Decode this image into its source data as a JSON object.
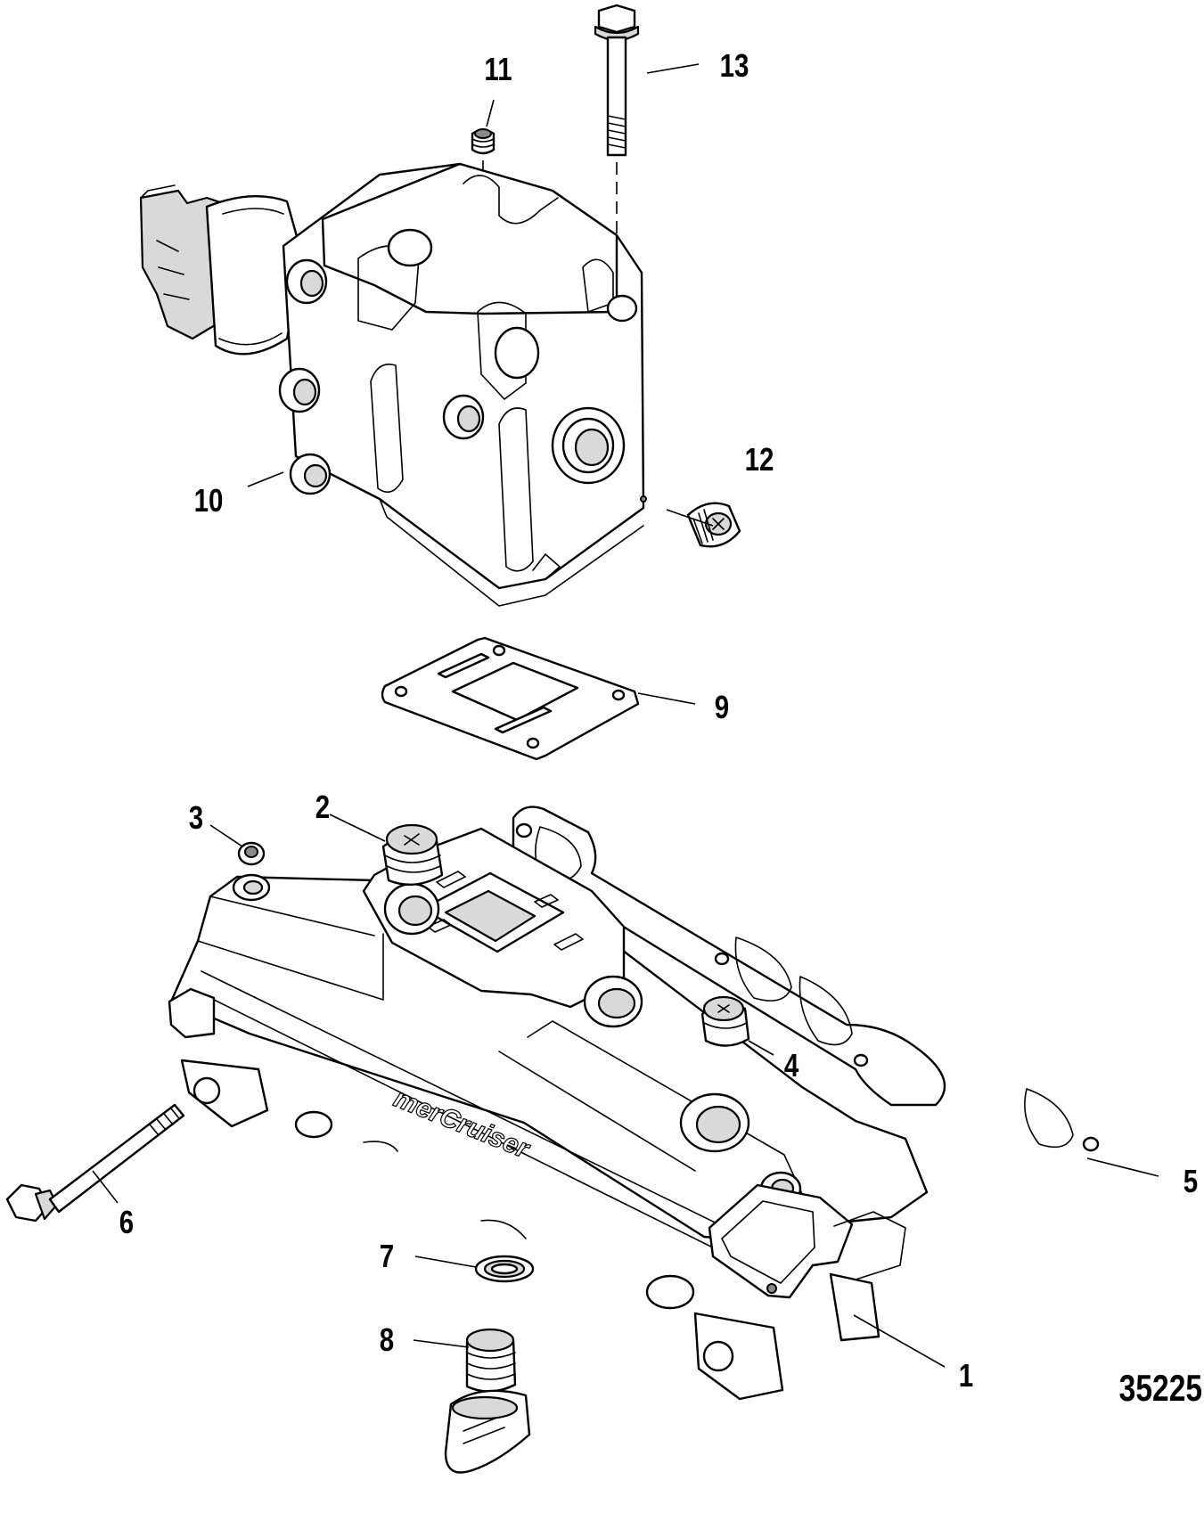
{
  "figure_number": "35225",
  "logo_text": "merCruiser",
  "callouts": [
    {
      "id": "1",
      "label": "1"
    },
    {
      "id": "2",
      "label": "2"
    },
    {
      "id": "3",
      "label": "3"
    },
    {
      "id": "4",
      "label": "4"
    },
    {
      "id": "5",
      "label": "5"
    },
    {
      "id": "6",
      "label": "6"
    },
    {
      "id": "7",
      "label": "7"
    },
    {
      "id": "8",
      "label": "8"
    },
    {
      "id": "9",
      "label": "9"
    },
    {
      "id": "10",
      "label": "10"
    },
    {
      "id": "11",
      "label": "11"
    },
    {
      "id": "12",
      "label": "12"
    },
    {
      "id": "13",
      "label": "13"
    }
  ]
}
